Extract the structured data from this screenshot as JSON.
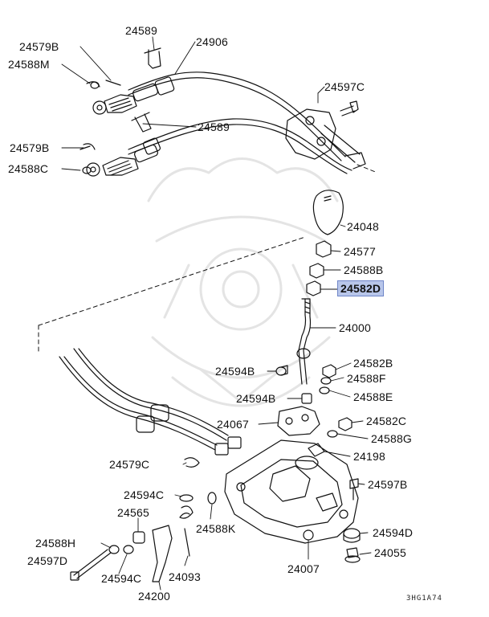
{
  "diagram": {
    "parts": {
      "p24579B_top": "24579B",
      "p24588M": "24588M",
      "p24589_top": "24589",
      "p24906": "24906",
      "p24597C": "24597C",
      "p24589_mid": "24589",
      "p24579B_mid": "24579B",
      "p24588C": "24588C",
      "p24048": "24048",
      "p24577": "24577",
      "p24588B": "24588B",
      "p24582D": "24582D",
      "p24000": "24000",
      "p24582B": "24582B",
      "p24594B_left": "24594B",
      "p24588F": "24588F",
      "p24594B_mid": "24594B",
      "p24588E": "24588E",
      "p24067": "24067",
      "p24582C": "24582C",
      "p24588G": "24588G",
      "p24198": "24198",
      "p24579C": "24579C",
      "p24597B": "24597B",
      "p24594C_top": "24594C",
      "p24565": "24565",
      "p24588K": "24588K",
      "p24594D": "24594D",
      "p24588H": "24588H",
      "p24055": "24055",
      "p24597D": "24597D",
      "p24594C_bot": "24594C",
      "p24093": "24093",
      "p24007": "24007",
      "p24200": "24200"
    },
    "highlighted_part": "24582D",
    "diagram_code": "3HG1A74",
    "highlight_color": "#b8c6ea"
  }
}
